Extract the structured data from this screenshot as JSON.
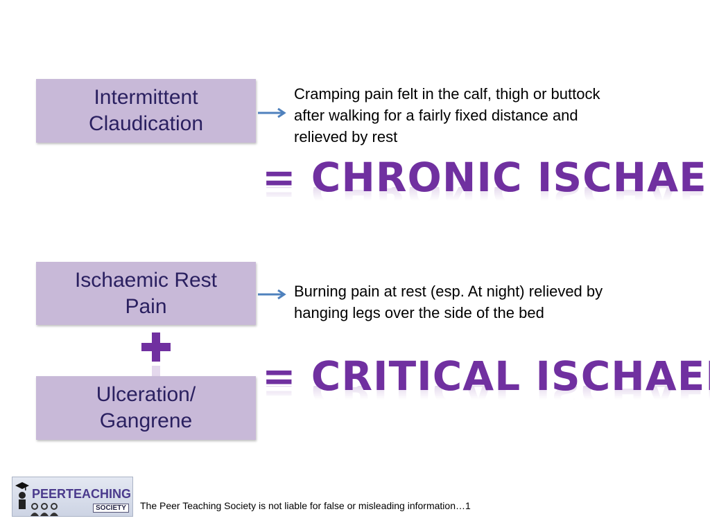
{
  "boxes": {
    "intermittent": {
      "line1": "Intermittent",
      "line2": "Claudication"
    },
    "rest_pain": {
      "line1": "Ischaemic Rest",
      "line2": "Pain"
    },
    "ulceration": {
      "line1": "Ulceration/",
      "line2": "Gangrene"
    }
  },
  "descriptions": {
    "claudication": {
      "line1": "Cramping pain felt in the calf, thigh or buttock",
      "line2": "after walking for a fairly fixed distance and",
      "line3": "relieved by rest"
    },
    "rest_pain": {
      "line1": "Burning pain at rest (esp. At night) relieved by",
      "line2": "hanging legs over the side of the bed"
    }
  },
  "results": {
    "chronic": "= CHRONIC ISCHAEMIA",
    "critical": "= CRITICAL ISCHAEMIA"
  },
  "operator": "+",
  "footer": {
    "disclaimer": "The Peer Teaching Society is not liable for false or misleading information…1",
    "logo_main": "PEERTEACHING",
    "logo_sub": "SOCIETY"
  },
  "colors": {
    "box_fill": "#c8b9d8",
    "box_text": "#2a2060",
    "result_text": "#7030a0",
    "arrow": "#4f81bd"
  }
}
